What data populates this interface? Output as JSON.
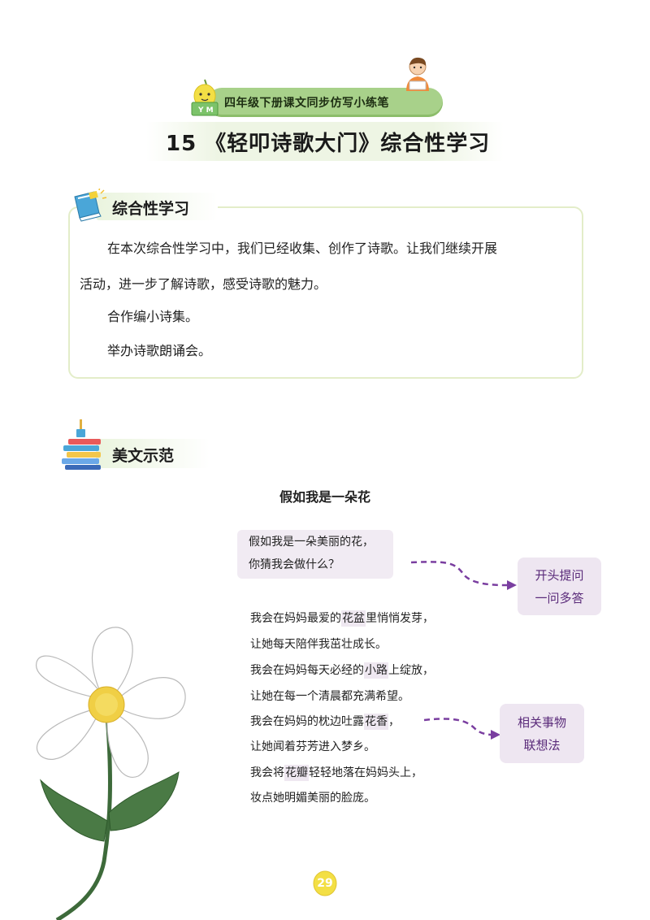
{
  "header": {
    "banner": "四年级下册课文同步仿写小练笔",
    "title": "15 《轻叩诗歌大门》综合性学习"
  },
  "section1": {
    "heading": "综合性学习",
    "paragraph_line1": "在本次综合性学习中，我们已经收集、创作了诗歌。让我们继续开展",
    "paragraph_line2": "活动，进一步了解诗歌，感受诗歌的魅力。",
    "item1": "合作编小诗集。",
    "item2": "举办诗歌朗诵会。"
  },
  "section2": {
    "heading": "美文示范",
    "poem_title": "假如我是一朵花",
    "opening": [
      "假如我是一朵美丽的花，",
      "你猜我会做什么？"
    ],
    "lines": [
      {
        "before": "我会在妈妈最爱的",
        "hl": "花盆",
        "after": "里悄悄发芽，"
      },
      {
        "before": "让她每天陪伴我茁壮成长。",
        "hl": "",
        "after": ""
      },
      {
        "before": "我会在妈妈每天必经的",
        "hl": "小路",
        "after": "上绽放，"
      },
      {
        "before": "让她在每一个清晨都充满希望。",
        "hl": "",
        "after": ""
      },
      {
        "before": "我会在妈妈的枕边吐露",
        "hl": "花香",
        "after": "，"
      },
      {
        "before": "让她闻着芬芳进入梦乡。",
        "hl": "",
        "after": ""
      },
      {
        "before": "我会将",
        "hl": "花瓣",
        "after": "轻轻地落在妈妈头上，"
      },
      {
        "before": "妆点她明媚美丽的脸庞。",
        "hl": "",
        "after": ""
      }
    ],
    "note1": [
      "开头提问",
      "一问多答"
    ],
    "note2": [
      "相关事物",
      "联想法"
    ]
  },
  "page_number": "29",
  "colors": {
    "banner": "#a8d18a",
    "note_text": "#5a2b7a",
    "arrow": "#7a3ea0",
    "lemon": "#f3df45"
  },
  "icons": [
    "lemon-mascot-icon",
    "boy-reading-icon",
    "book-icon",
    "books-stack-icon",
    "daisy-flower-icon",
    "lemon-icon"
  ]
}
